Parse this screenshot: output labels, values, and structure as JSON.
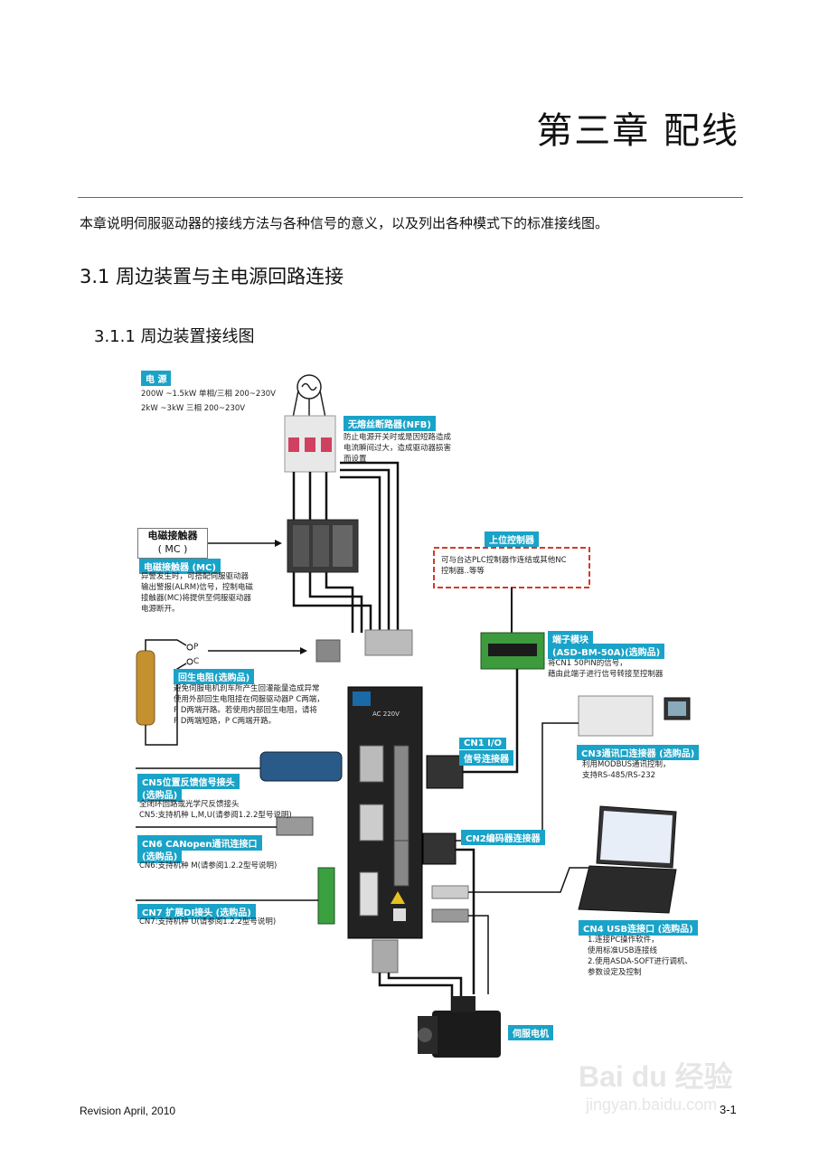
{
  "header": {
    "chapter_title": "第三章   配线",
    "intro": "本章说明伺服驱动器的接线方法与各种信号的意义，以及列出各种模式下的标准接线图。"
  },
  "section": {
    "title": "3.1   周边装置与主电源回路连接",
    "subsection_title": "3.1.1   周边装置接线图"
  },
  "diagram": {
    "power_label": "电   源",
    "power_line1": "200W ~1.5kW     单相/三相 200~230V",
    "power_line2": "2kW ~3kW          三相 200~230V",
    "nfb_title": "无熔丝断路器(NFB)",
    "nfb_desc": [
      "防止电源开关时或是因短路造成",
      "电流瞬间过大，造成驱动器损害",
      "而设置"
    ],
    "mc_box_line1": "电磁接触器",
    "mc_box_line2": "( MC )",
    "mc_title": "电磁接触器 (MC)",
    "mc_desc": [
      "异警发生时，可搭配伺服驱动器",
      "输出警报(ALRM)信号，控制电磁",
      "接触器(MC)将提供至伺服驱动器",
      "电源断开。"
    ],
    "host_title": "上位控制器",
    "host_desc": [
      "可与台达PLC控制器作连结或其他NC",
      "控制器..等等"
    ],
    "terminal_title": "端子模块",
    "terminal_subtitle": "(ASD-BM-50A)(选购品)",
    "terminal_desc": [
      "将CN1 50PIN的信号，",
      "藉由此端子进行信号转接至控制器"
    ],
    "regen_p": "P",
    "regen_c": "C",
    "regen_title": "回生电阻(选购品)",
    "regen_desc": [
      "避免伺服电机刹车所产生回灌能量造成异常",
      "使用外部回生电阻接在伺服驱动器P C两端，",
      "P D两端开路。若使用内部回生电阻，请将",
      "P D两端短路，P C两端开路。"
    ],
    "cn1_label_1": "CN1 I/O",
    "cn1_label_2": "信号连接器",
    "cn3_title": "CN3通讯口连接器 (选购品)",
    "cn3_desc": [
      "利用MODBUS通讯控制，",
      "支持RS-485/RS-232"
    ],
    "cn5_title_1": "CN5位置反馈信号接头",
    "cn5_title_2": "(选购品)",
    "cn5_desc": [
      "全闭环回路或光学尺反馈接头",
      "CN5:支持机种 L,M,U(请参阅1.2.2型号说明)"
    ],
    "cn2_title": "CN2编码器连接器",
    "cn6_title_1": "CN6 CANopen通讯连接口",
    "cn6_title_2": "(选购品)",
    "cn6_desc": "CN6:支持机种 M(请参阅1.2.2型号说明)",
    "cn7_title": "CN7 扩展DI接头 (选购品)",
    "cn7_desc": "CN7:支持机种 U(请参阅1.2.2型号说明)",
    "cn4_title": "CN4 USB连接口 (选购品)",
    "cn4_desc": [
      "1.连接PC操作软件，",
      "   使用标准USB连接线",
      "2.使用ASDA-SOFT进行调机、",
      "   参数设定及控制"
    ],
    "motor_label": "伺服电机",
    "drive_model": "AC 220V"
  },
  "footer": {
    "revision": "Revision April, 2010",
    "page": "3-1"
  },
  "watermark": {
    "brand": "Bai du 经验",
    "url": "jingyan.baidu.com"
  },
  "colors": {
    "label_bg": "#1aa3c8",
    "wire": "#111111",
    "host_border": "#d23a2a"
  }
}
